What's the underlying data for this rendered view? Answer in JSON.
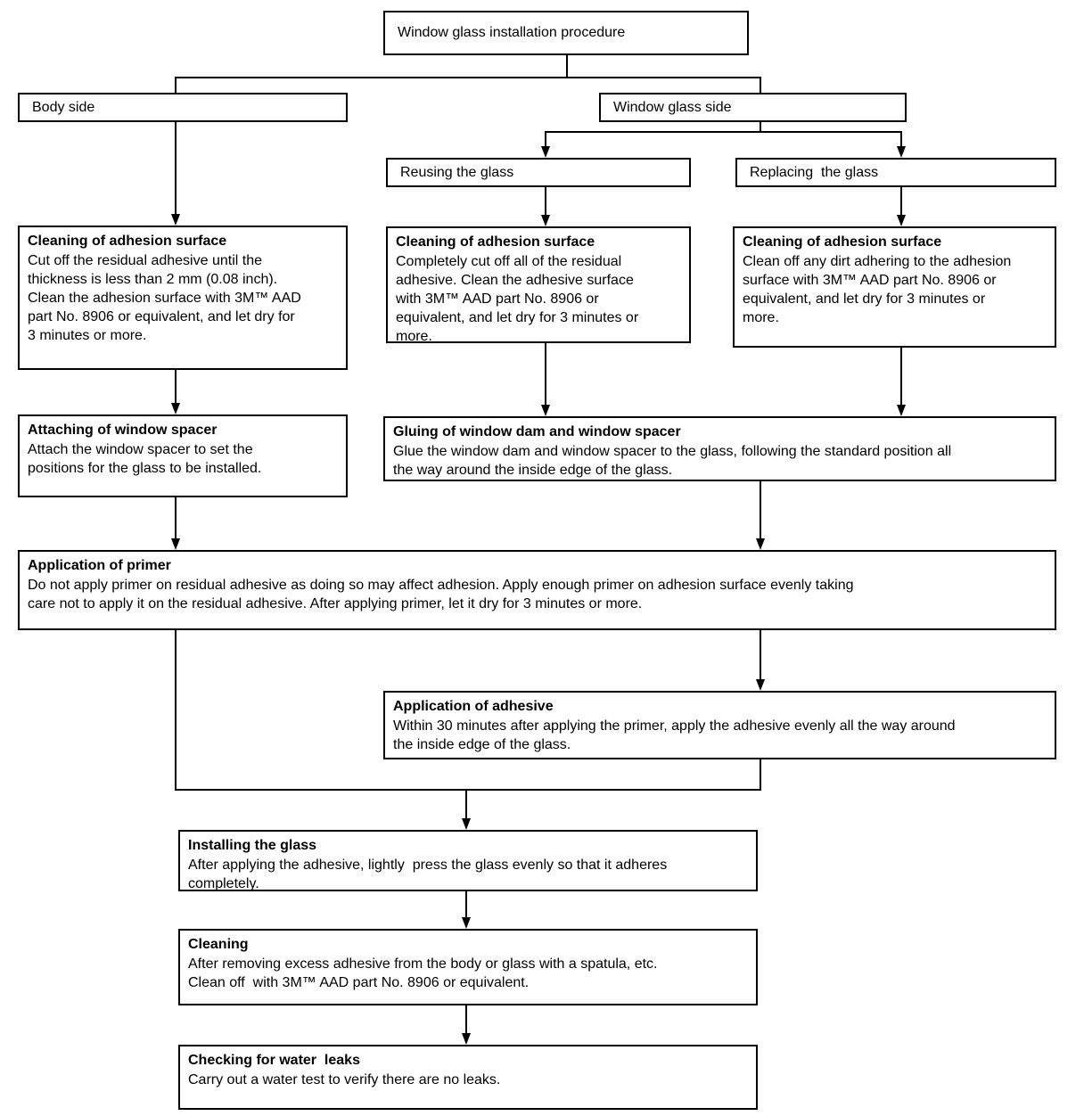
{
  "colors": {
    "line": "#000000",
    "box_border": "#000000",
    "box_background": "#ffffff",
    "page_background": "#ffffff",
    "text": "#000000"
  },
  "nodes": {
    "root": {
      "label": "Window glass installation procedure"
    },
    "body_side": {
      "label": "Body side"
    },
    "window_glass_side": {
      "label": "Window glass side"
    },
    "reusing_glass": {
      "label": "Reusing the glass"
    },
    "replacing_glass": {
      "label": "Replacing  the glass"
    },
    "cleaning_body": {
      "title": "Cleaning of adhesion surface",
      "body": "Cut off the residual adhesive until the\nthickness is less than 2 mm (0.08 inch).\nClean the adhesion surface with 3M™ AAD\npart No. 8906 or equivalent, and let dry for\n3 minutes or more."
    },
    "cleaning_reuse": {
      "title": "Cleaning of adhesion surface",
      "body": "Completely cut off all of the residual\nadhesive. Clean the adhesive surface\nwith 3M™ AAD part No. 8906 or\nequivalent, and let dry for 3 minutes or\nmore."
    },
    "cleaning_replace": {
      "title": "Cleaning of adhesion surface",
      "body": "Clean off any dirt adhering to the adhesion\nsurface with 3M™ AAD part No. 8906 or\nequivalent, and let dry for 3 minutes or\nmore."
    },
    "attaching_spacer": {
      "title": "Attaching of window spacer",
      "body": "Attach the window spacer to set the\npositions for the glass to be installed."
    },
    "gluing_dam": {
      "title": "Gluing of window dam and window spacer",
      "body": "Glue the window dam and window spacer to the glass, following the standard position all\nthe way around the inside edge of the glass."
    },
    "application_primer": {
      "title": "Application of primer",
      "body": "Do not apply primer on residual adhesive as doing so may affect adhesion. Apply enough primer on adhesion surface evenly taking\ncare not to apply it on the residual adhesive. After applying primer, let it dry for 3 minutes or more."
    },
    "application_adhesive": {
      "title": "Application of adhesive",
      "body": "Within 30 minutes after applying the primer, apply the adhesive evenly all the way around\nthe inside edge of the glass."
    },
    "installing_glass": {
      "title": "Installing the glass",
      "body": "After applying the adhesive, lightly  press the glass evenly so that it adheres\ncompletely."
    },
    "cleaning": {
      "title": "Cleaning",
      "body": "After removing excess adhesive from the body or glass with a spatula, etc.\nClean off  with 3M™ AAD part No. 8906 or equivalent."
    },
    "checking_leaks": {
      "title": "Checking for water  leaks",
      "body": "Carry out a water test to verify there are no leaks."
    }
  }
}
